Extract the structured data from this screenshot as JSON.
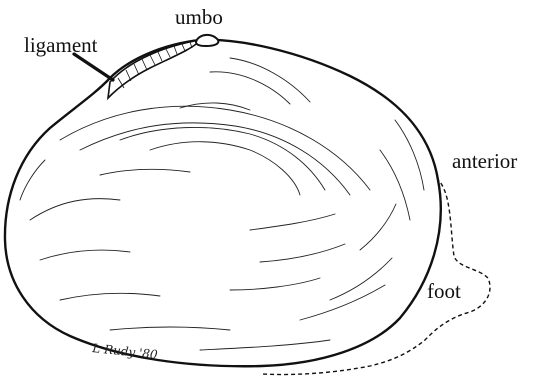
{
  "labels": {
    "umbo": "umbo",
    "ligament": "ligament",
    "anterior": "anterior",
    "foot": "foot"
  },
  "signature": "L Rudy '80",
  "colors": {
    "ink": "#111111",
    "background": "#ffffff"
  }
}
